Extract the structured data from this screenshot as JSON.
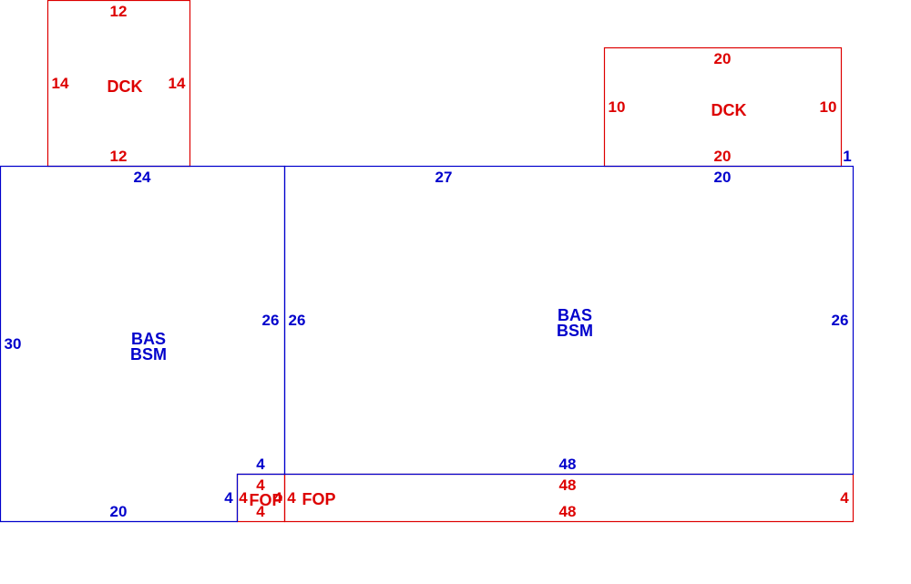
{
  "colors": {
    "base": "#0000cc",
    "addon": "#dd0000",
    "background": "#ffffff"
  },
  "areas": {
    "dck_left": {
      "label": "DCK",
      "dims": {
        "top": "12",
        "bottom": "12",
        "left": "14",
        "right": "14"
      }
    },
    "dck_right": {
      "label": "DCK",
      "dims": {
        "top": "20",
        "bottom": "20",
        "left": "10",
        "right": "10"
      },
      "offset": "1"
    },
    "bas_left": {
      "label_line1": "BAS",
      "label_line2": "BSM",
      "dims": {
        "top": "24",
        "bottom": "20",
        "left": "30",
        "right": "26",
        "notch_top": "4",
        "notch_side": "4"
      }
    },
    "bas_right": {
      "label_line1": "BAS",
      "label_line2": "BSM",
      "dims": {
        "top_left": "27",
        "top_right": "20",
        "bottom": "48",
        "left": "26",
        "right": "26"
      }
    },
    "fop_small": {
      "label": "FOP",
      "dims": {
        "top": "4",
        "bottom": "4",
        "left": "4",
        "right": "4"
      }
    },
    "fop_long": {
      "label": "FOP",
      "dims": {
        "top": "48",
        "bottom": "48",
        "left": "4",
        "right": "4"
      }
    }
  }
}
